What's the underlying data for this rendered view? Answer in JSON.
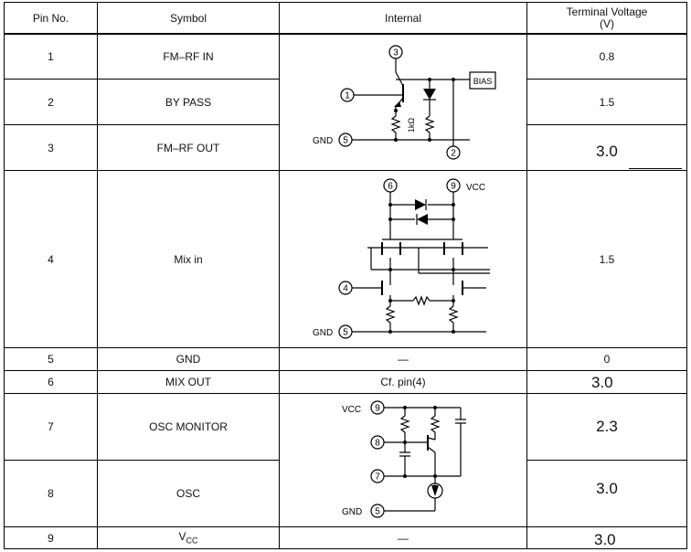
{
  "header": {
    "pin_no": "Pin No.",
    "symbol": "Symbol",
    "internal": "Internal",
    "terminal_voltage_line1": "Terminal Voltage",
    "terminal_voltage_line2": "(V)"
  },
  "rows": [
    {
      "pin": "1",
      "symbol": "FM–RF IN",
      "voltage": "0.8"
    },
    {
      "pin": "2",
      "symbol": "BY PASS",
      "voltage": "1.5"
    },
    {
      "pin": "3",
      "symbol": "FM–RF OUT",
      "voltage": "3.0"
    },
    {
      "pin": "4",
      "symbol": "Mix in",
      "voltage": "1.5"
    },
    {
      "pin": "5",
      "symbol": "GND",
      "internal": "—",
      "voltage": "0"
    },
    {
      "pin": "6",
      "symbol": "MIX OUT",
      "internal": "Cf. pin(4)",
      "voltage": "3.0"
    },
    {
      "pin": "7",
      "symbol": "OSC MONITOR",
      "voltage": "2.3"
    },
    {
      "pin": "8",
      "symbol": "OSC",
      "voltage": "3.0"
    },
    {
      "pin": "9",
      "symbol": "VCC",
      "internal": "—",
      "voltage": "3.0"
    }
  ],
  "circuit_a": {
    "n3": "3",
    "n1": "1",
    "n5": "5",
    "n2": "2",
    "gnd": "GND",
    "bias": "BIAS",
    "res": "1kΩ"
  },
  "circuit_b": {
    "n6": "6",
    "n9": "9",
    "n4": "4",
    "n5": "5",
    "vcc": "VCC",
    "gnd": "GND"
  },
  "circuit_c": {
    "n9": "9",
    "n8": "8",
    "n7": "7",
    "n5": "5",
    "vcc": "VCC",
    "gnd": "GND"
  }
}
